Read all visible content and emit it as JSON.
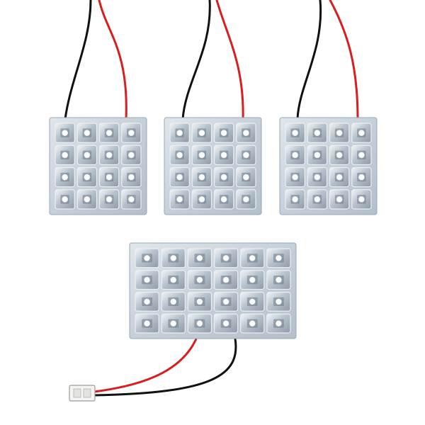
{
  "scene": {
    "background": "#ffffff",
    "subject": "led-panel-product-photo",
    "wire_colors": {
      "positive": "#d81e1e",
      "negative": "#111111"
    },
    "panel_color": "#c9d3dc",
    "led_color": "#ffffff",
    "square_panels": [
      {
        "rows": 4,
        "cols": 4
      },
      {
        "rows": 4,
        "cols": 4
      },
      {
        "rows": 4,
        "cols": 4
      }
    ],
    "rect_panel": {
      "rows": 4,
      "cols": 6
    },
    "connector": "white-2-pin-plug"
  }
}
